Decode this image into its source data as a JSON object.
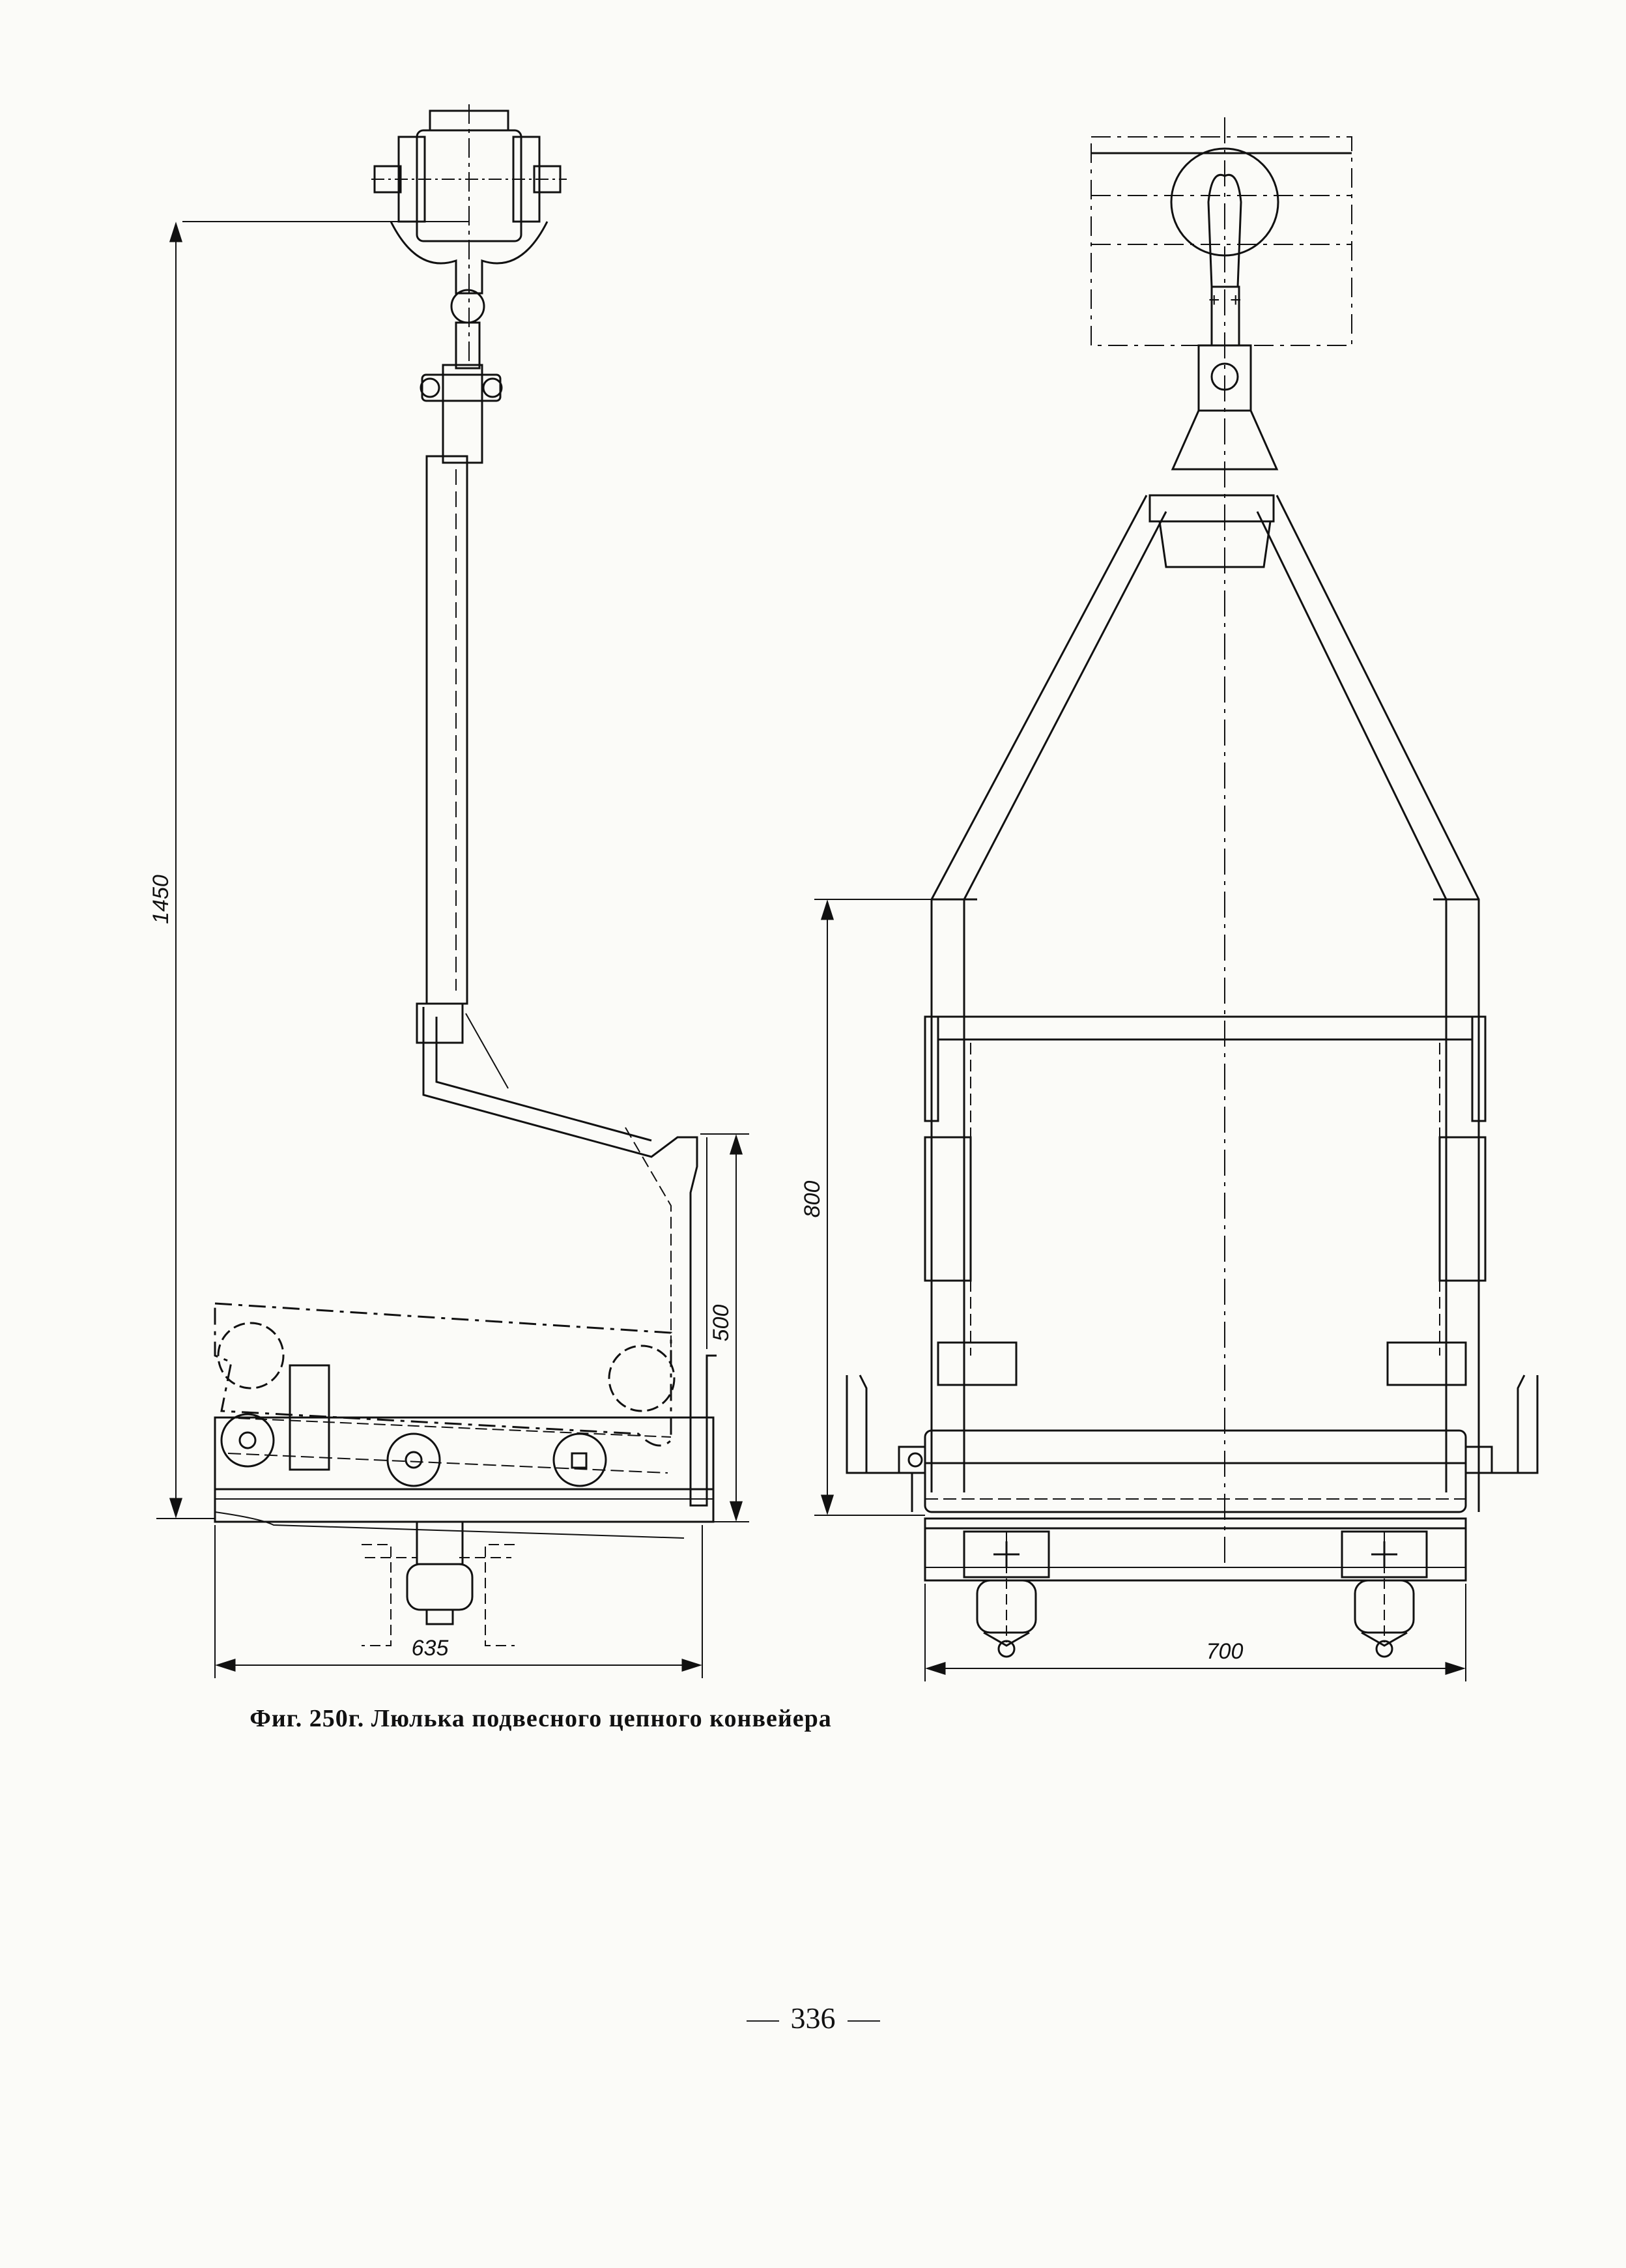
{
  "figure": {
    "caption": "Фиг. 250г. Люлька подвесного цепного конвейера"
  },
  "page": {
    "number": "336"
  },
  "dimensions": {
    "side_height": "1450",
    "side_lower": "500",
    "side_width": "635",
    "front_height": "800",
    "front_width": "700"
  }
}
